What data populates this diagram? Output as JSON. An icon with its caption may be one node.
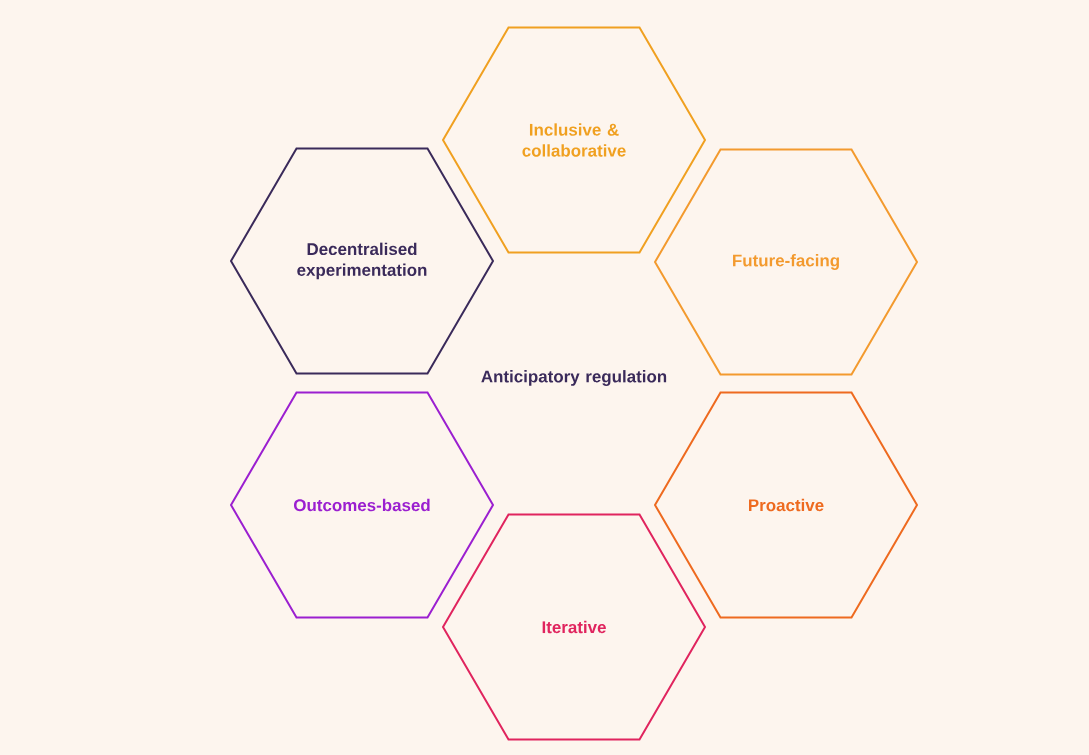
{
  "diagram": {
    "nodes": [
      {
        "text": [
          "Inclusive & collaborative"
        ]
      },
      {
        "text": [
          "Decentralised experimentation"
        ]
      },
      {
        "text": [
          "Future-facing"
        ]
      },
      {
        "text": [
          "Outcomes-based"
        ]
      },
      {
        "text": [
          "Proactive"
        ]
      },
      {
        "text": [
          "Iterative"
        ]
      }
    ],
    "labels": [
      "Anticipatory regulation"
    ]
  }
}
